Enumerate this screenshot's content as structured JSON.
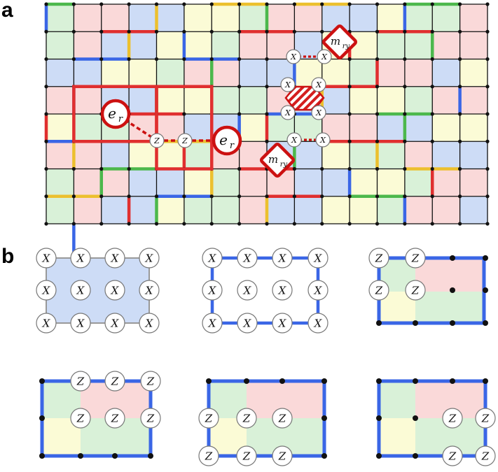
{
  "panel_labels": {
    "a": "a",
    "b": "b"
  },
  "colors": {
    "red": "#e02f2f",
    "blue": "#3a66e6",
    "green": "#4cb84c",
    "yellow": "#ecc02e",
    "fill_red": "#fad9d9",
    "fill_blue": "#cddcf6",
    "fill_green": "#d9f1d8",
    "fill_yellow": "#fbfbd6",
    "defect": "#cc1111",
    "qubit_stroke": "#777777",
    "dot": "#111111"
  },
  "operators": {
    "x": "X",
    "z": "Z"
  },
  "panel_a": {
    "excitations": {
      "e": "e",
      "e_sub": "r",
      "m": "m",
      "m_sub": "ry"
    }
  },
  "icons": [
    "hatched-defect-icon",
    "qubit-icon",
    "vertex-dot-icon"
  ]
}
